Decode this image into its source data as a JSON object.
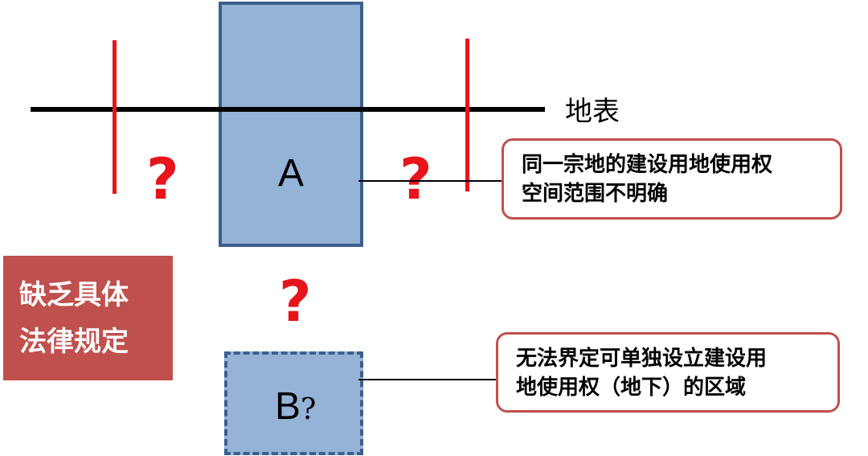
{
  "diagram": {
    "ground_label": "地表",
    "box_a_label": "A",
    "box_b_label": "B",
    "box_b_qmark": "?",
    "question_marks": [
      "?",
      "?",
      "?"
    ],
    "callout_top": {
      "line1": "同一宗地的建设用地使用权",
      "line2": "空间范围不明确"
    },
    "callout_bottom": {
      "line1": "无法界定可单独设立建设用",
      "line2": "地使用权（地下）的区域"
    },
    "left_box": {
      "line1": "缺乏具体",
      "line2": "法律规定"
    }
  },
  "colors": {
    "red_accent": "#e8141b",
    "box_fill": "#95b3d7",
    "box_border": "#3c5f8c",
    "callout_border": "#c0504d",
    "left_box_fill": "#c0504d"
  }
}
